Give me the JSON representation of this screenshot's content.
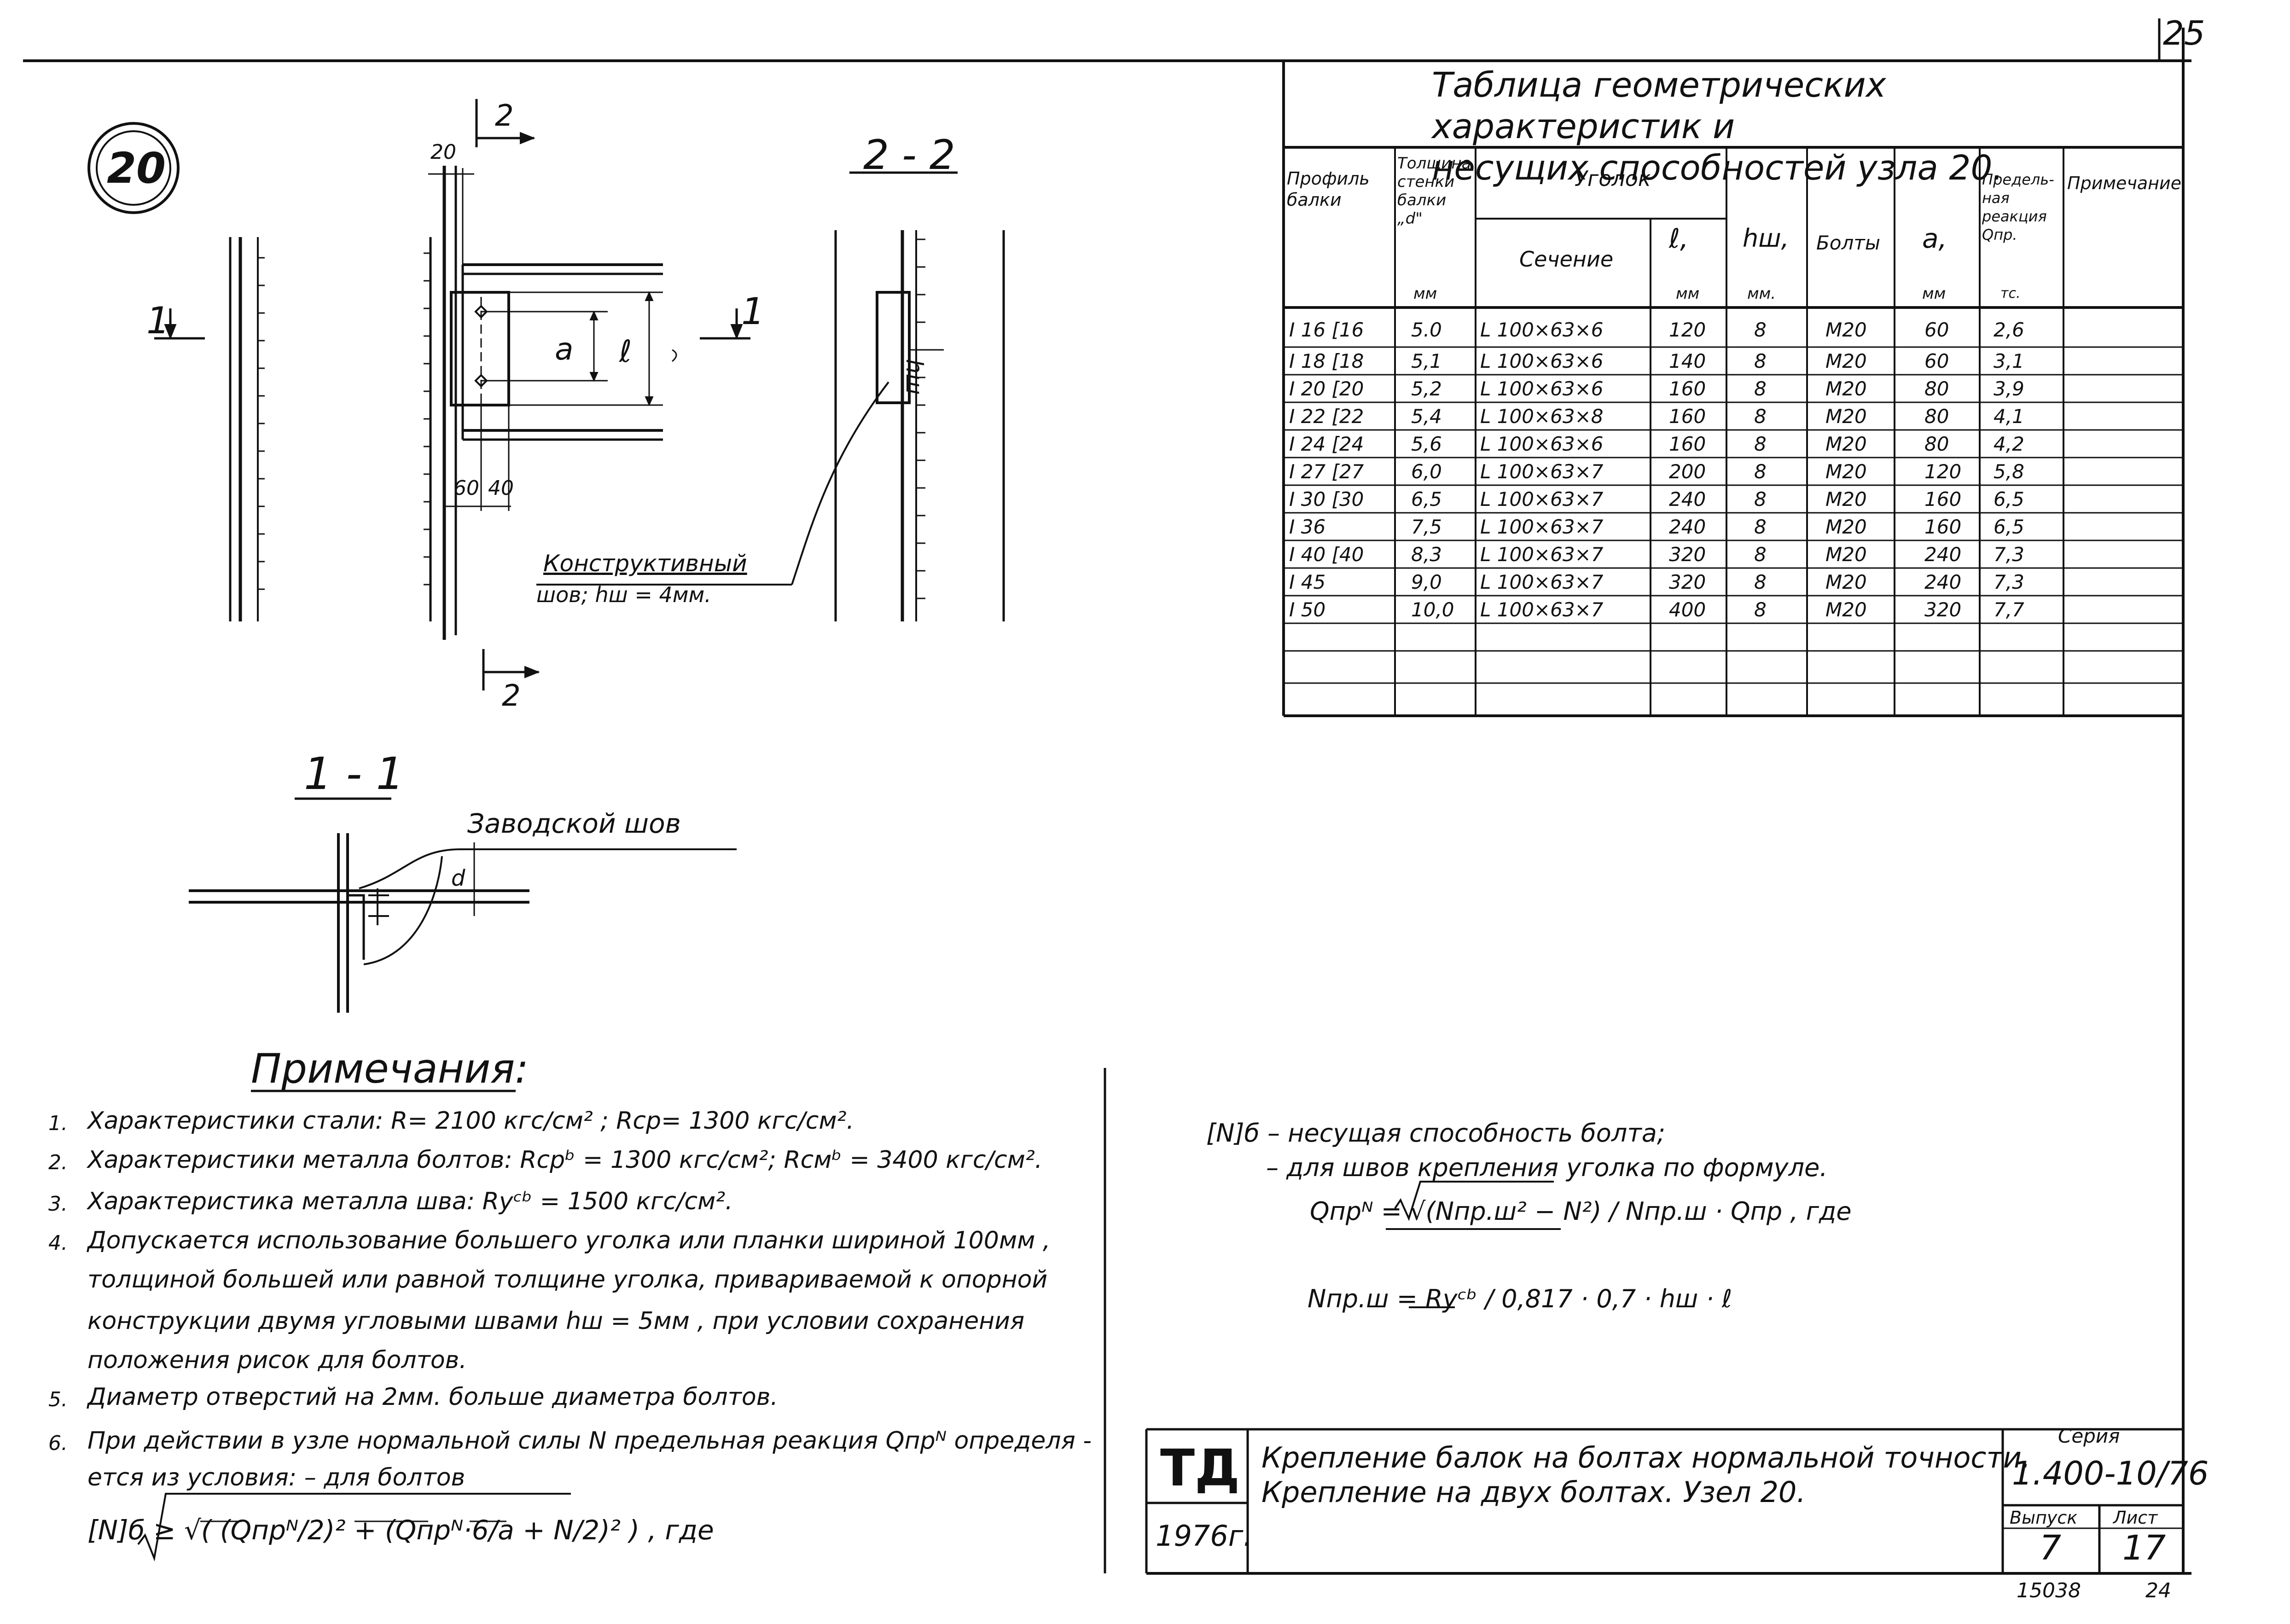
{
  "sheet": {
    "corner_number": "25",
    "node_circle": "20",
    "bottom_number_left": "15038",
    "bottom_number_right": "24"
  },
  "drawing": {
    "dim_20": "20",
    "section_mark_2_top": "2",
    "section_mark_2_bottom": "2",
    "section_mark_1_left": "1",
    "section_mark_1_right": "1",
    "dim_a": "a",
    "dim_l": "ℓ",
    "dim_60": "60",
    "dim_40": "40",
    "weld_note_line1": "Конструктивный",
    "weld_note_line2": "шов; hш = 4мм.",
    "section_2_2_title": "2 - 2",
    "dim_hsh": "hш",
    "section_1_1_title": "1 - 1",
    "factory_weld": "Заводской  шов",
    "dim_d": "d"
  },
  "table": {
    "title_line1": "Таблица  геометрических  характеристик  и",
    "title_line2": "несущих  способностей  узла  20.",
    "headers": {
      "profile": "Профиль балки",
      "thickness": "Толщина стенки балки „d\"",
      "thickness_unit": "мм",
      "angle": "Уголок",
      "section": "Сечение",
      "l": "ℓ,",
      "l_unit": "мм",
      "hsh": "hш,",
      "hsh_unit": "мм.",
      "bolts": "Болты",
      "a": "a,",
      "a_unit": "мм",
      "limit": "Предель-ная реакция Qпр.",
      "limit_unit": "тс.",
      "note": "Примечание"
    },
    "rows": [
      {
        "profile": "I 16  [16",
        "d": "5.0",
        "section": "L 100×63×6",
        "l": "120",
        "hsh": "8",
        "bolts": "M20",
        "a": "60",
        "q": "2,6",
        "note": ""
      },
      {
        "profile": "I 18  [18",
        "d": "5,1",
        "section": "L 100×63×6",
        "l": "140",
        "hsh": "8",
        "bolts": "M20",
        "a": "60",
        "q": "3,1",
        "note": ""
      },
      {
        "profile": "I 20  [20",
        "d": "5,2",
        "section": "L 100×63×6",
        "l": "160",
        "hsh": "8",
        "bolts": "M20",
        "a": "80",
        "q": "3,9",
        "note": ""
      },
      {
        "profile": "I 22  [22",
        "d": "5,4",
        "section": "L 100×63×8",
        "l": "160",
        "hsh": "8",
        "bolts": "M20",
        "a": "80",
        "q": "4,1",
        "note": ""
      },
      {
        "profile": "I 24  [24",
        "d": "5,6",
        "section": "L 100×63×6",
        "l": "160",
        "hsh": "8",
        "bolts": "M20",
        "a": "80",
        "q": "4,2",
        "note": ""
      },
      {
        "profile": "I 27  [27",
        "d": "6,0",
        "section": "L 100×63×7",
        "l": "200",
        "hsh": "8",
        "bolts": "M20",
        "a": "120",
        "q": "5,8",
        "note": ""
      },
      {
        "profile": "I 30  [30",
        "d": "6,5",
        "section": "L 100×63×7",
        "l": "240",
        "hsh": "8",
        "bolts": "M20",
        "a": "160",
        "q": "6,5",
        "note": ""
      },
      {
        "profile": "I 36",
        "d": "7,5",
        "section": "L 100×63×7",
        "l": "240",
        "hsh": "8",
        "bolts": "M20",
        "a": "160",
        "q": "6,5",
        "note": ""
      },
      {
        "profile": "I 40  [40",
        "d": "8,3",
        "section": "L 100×63×7",
        "l": "320",
        "hsh": "8",
        "bolts": "M20",
        "a": "240",
        "q": "7,3",
        "note": ""
      },
      {
        "profile": "I 45",
        "d": "9,0",
        "section": "L 100×63×7",
        "l": "320",
        "hsh": "8",
        "bolts": "M20",
        "a": "240",
        "q": "7,3",
        "note": ""
      },
      {
        "profile": "I 50",
        "d": "10,0",
        "section": "L 100×63×7",
        "l": "400",
        "hsh": "8",
        "bolts": "M20",
        "a": "320",
        "q": "7,7",
        "note": ""
      }
    ]
  },
  "notes": {
    "title": "Примечания:",
    "items": [
      {
        "num": "1.",
        "text": "Характеристики  стали:  R= 2100 кгс/см² ;  Rср= 1300 кгс/см²."
      },
      {
        "num": "2.",
        "text": "Характеристики  металла  болтов:  Rсрᵇ = 1300 кгс/см²;  Rсмᵇ = 3400 кгс/см²."
      },
      {
        "num": "3.",
        "text": "Характеристика  металла  шва:  Rуᶜᵇ = 1500 кгс/см²."
      },
      {
        "num": "4.",
        "text": "Допускается   использование  большего  уголка  или  планки  шириной  100мм ,"
      },
      {
        "num": "",
        "text": "толщиной   большей  или  равной  толщине  уголка,  привариваемой  к опорной"
      },
      {
        "num": "",
        "text": "конструкции   двумя   угловыми  швами  hш = 5мм ,  при  условии   сохранения"
      },
      {
        "num": "",
        "text": "положения   рисок  для  болтов."
      },
      {
        "num": "5.",
        "text": "Диаметр    отверстий    на 2мм.  больше   диаметра  болтов."
      },
      {
        "num": "6.",
        "text": "При  действии  в узле  нормальной  силы  N  предельная  реакция  Qпрᴺ  определя -"
      },
      {
        "num": "",
        "text": "ется   из  условия:   – для  болтов"
      }
    ],
    "bolt_formula": "[N]б ≥ √( (Qпрᴺ/2)² + (Qпрᴺ·6/a + N/2)² )  ,  где"
  },
  "formulas": {
    "line1": "[N]б – несущая  способность  болта;",
    "line2": "– для   швов   крепления   уголка  по  формуле.",
    "qpr": "Qпрᴺ = √(Nпр.ш² − N²) / Nпр.ш · Qпр ,  где",
    "npr": "Nпр.ш = Rуᶜᵇ / 0,817 · 0,7 · hш · ℓ"
  },
  "titleblock": {
    "logo": "ТД",
    "year": "1976г.",
    "title_line1": "Крепление  балок  на болтах  нормальной  точности.",
    "title_line2": "Крепление    на  двух    болтах.   Узел  20.",
    "series_label": "Серия",
    "series_value": "1.400-10/76",
    "issue_label": "Выпуск",
    "issue_value": "7",
    "sheet_label": "Лист",
    "sheet_value": "17"
  }
}
